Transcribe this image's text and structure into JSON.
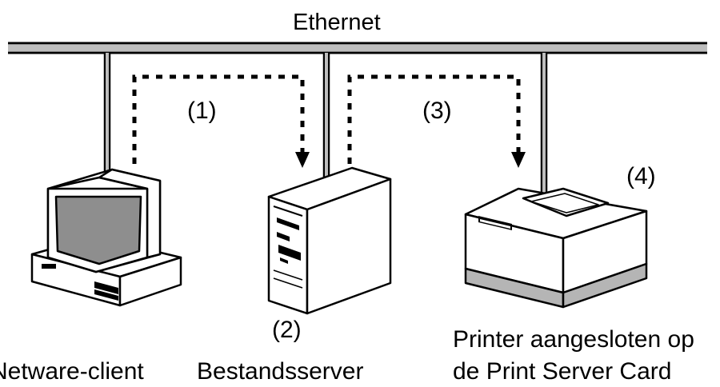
{
  "diagram": {
    "network_label": "Ethernet",
    "steps": {
      "step1": "(1)",
      "step2": "(2)",
      "step3": "(3)",
      "step4": "(4)"
    },
    "nodes": {
      "client": {
        "caption": "Netware-client",
        "icon": "desktop-computer-icon"
      },
      "server": {
        "caption": "Bestandsserver",
        "icon": "tower-server-icon"
      },
      "printer": {
        "caption_line1": "Printer aangesloten op",
        "caption_line2": "de Print Server Card",
        "icon": "printer-icon"
      }
    }
  }
}
